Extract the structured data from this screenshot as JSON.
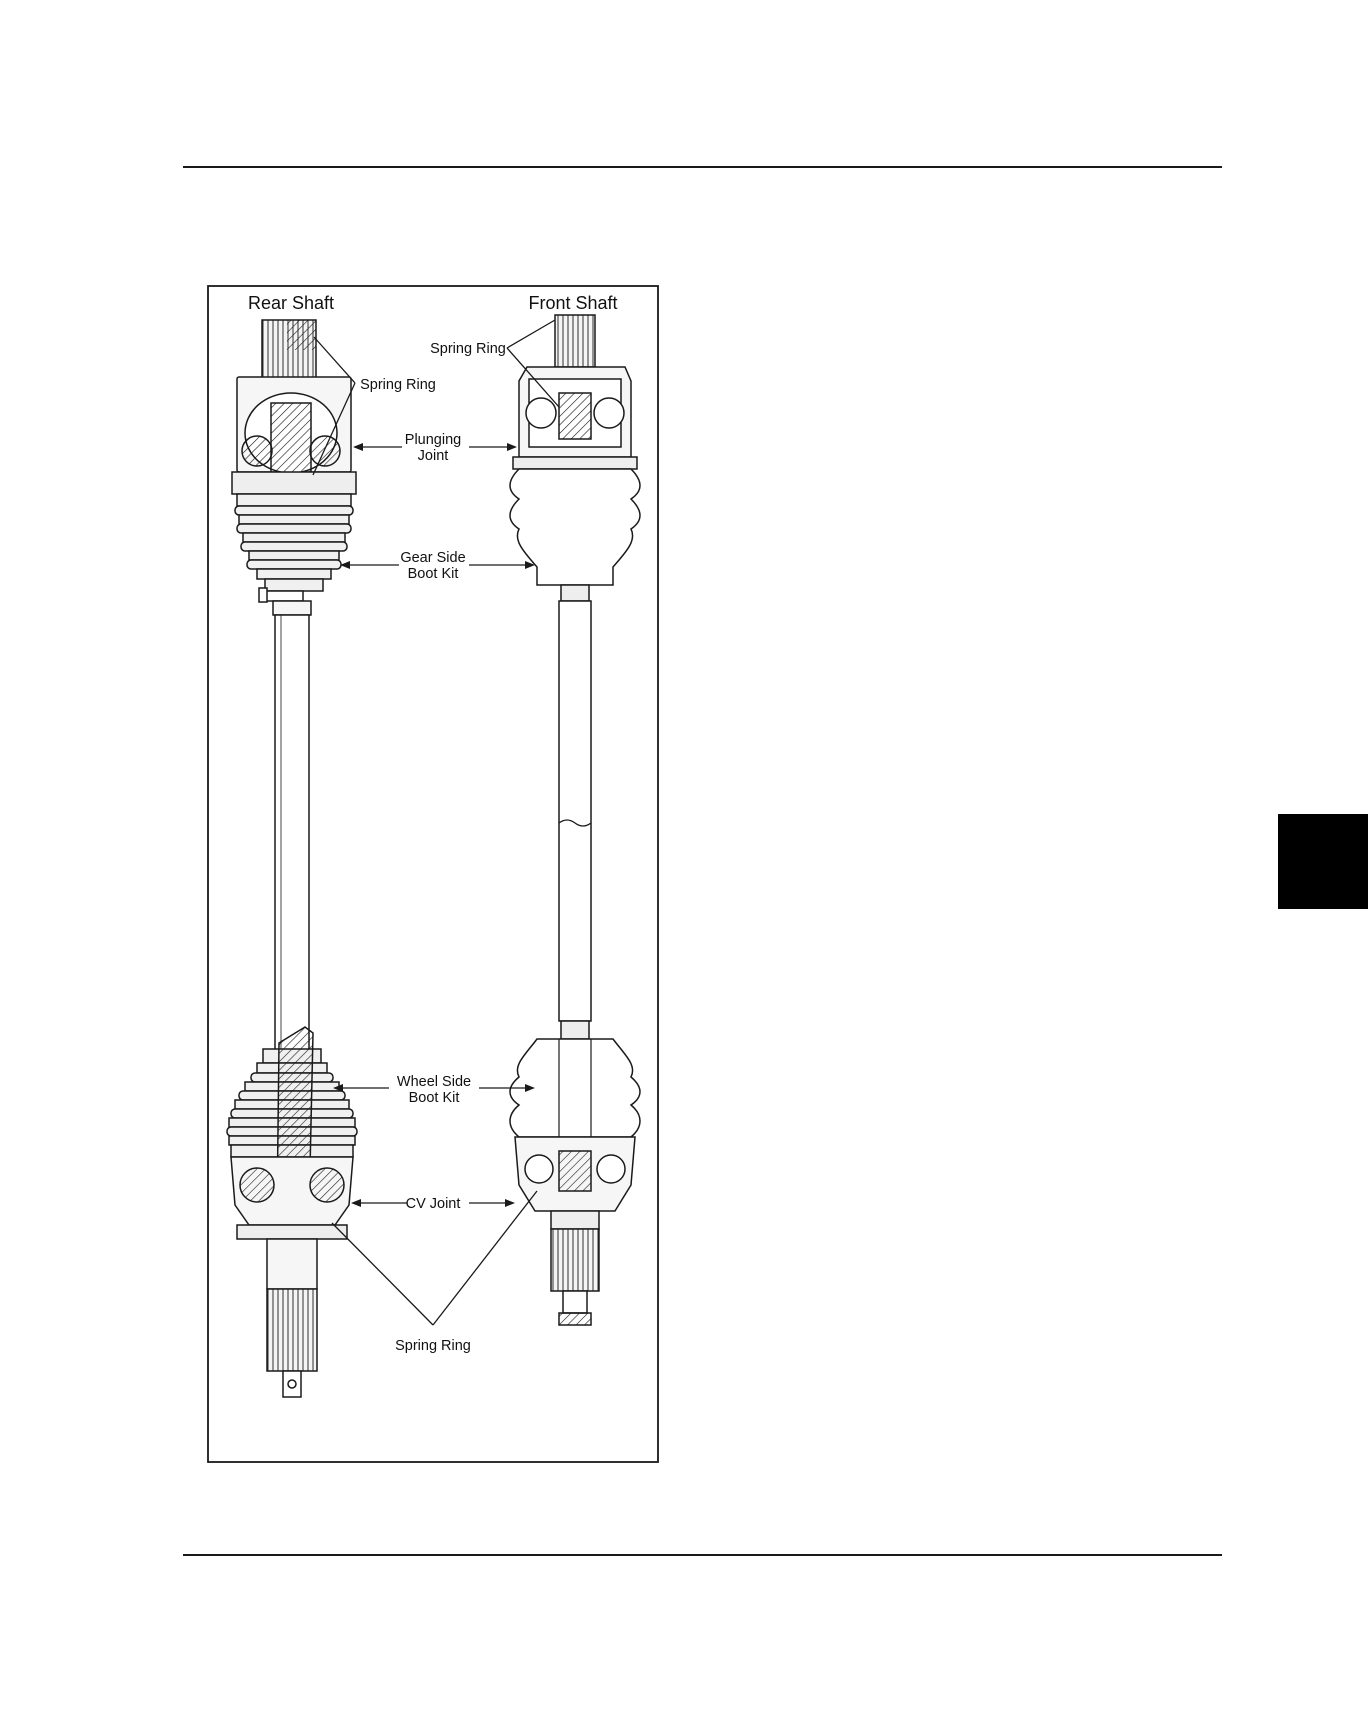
{
  "figure": {
    "titles": {
      "rear": "Rear Shaft",
      "front": "Front Shaft"
    },
    "labels": {
      "spring_ring_front_top": "Spring Ring",
      "spring_ring_rear_top": "Spring Ring",
      "plunging_1": "Plunging",
      "plunging_2": "Joint",
      "gear_side_1": "Gear Side",
      "gear_side_2": "Boot Kit",
      "wheel_side_1": "Wheel Side",
      "wheel_side_2": "Boot Kit",
      "cv_joint": "CV Joint",
      "spring_ring_bottom": "Spring Ring"
    }
  },
  "colors": {
    "line": "#1a1a1a",
    "fill_light": "#f2f2f2",
    "fill_shade": "#d9d9d9",
    "tab": "#000000"
  }
}
